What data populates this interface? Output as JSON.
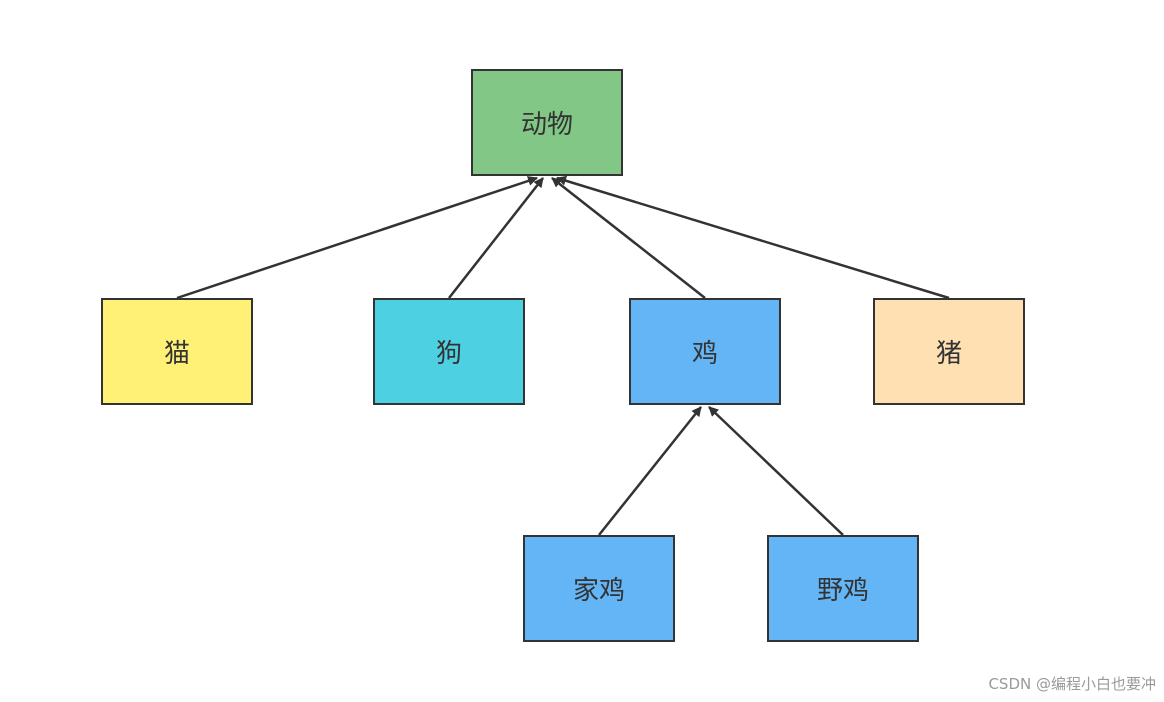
{
  "nodes": {
    "animal": {
      "label": "动物",
      "color": "#82c785"
    },
    "cat": {
      "label": "猫",
      "color": "#fff176"
    },
    "dog": {
      "label": "狗",
      "color": "#4dd0e1"
    },
    "chicken": {
      "label": "鸡",
      "color": "#64b5f6"
    },
    "pig": {
      "label": "猪",
      "color": "#ffe0b2"
    },
    "domestic": {
      "label": "家鸡",
      "color": "#64b5f6"
    },
    "wild": {
      "label": "野鸡",
      "color": "#64b5f6"
    }
  },
  "edges": [
    {
      "from": "cat",
      "to": "animal"
    },
    {
      "from": "dog",
      "to": "animal"
    },
    {
      "from": "chicken",
      "to": "animal"
    },
    {
      "from": "pig",
      "to": "animal"
    },
    {
      "from": "domestic",
      "to": "chicken"
    },
    {
      "from": "wild",
      "to": "chicken"
    }
  ],
  "watermark": "CSDN @编程小白也要冲",
  "colors": {
    "line": "#333333",
    "border": "#333333",
    "text": "#333333"
  }
}
